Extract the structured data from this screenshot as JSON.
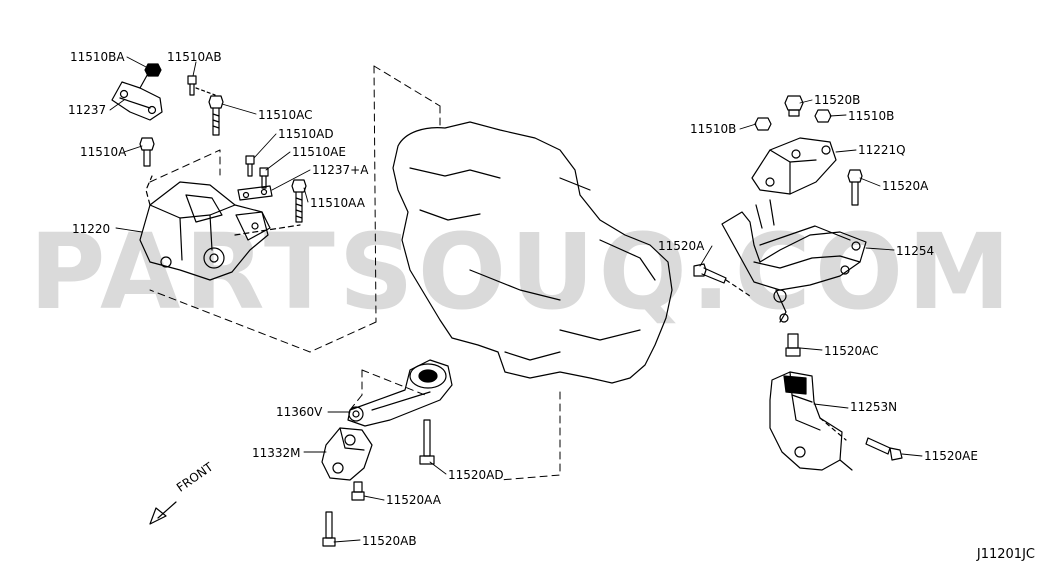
{
  "watermark": "PARTSOUQ.COM",
  "diagram_code": "J11201JC",
  "direction_label": "FRONT",
  "labels": {
    "p11510BA": "11510BA",
    "p11510AB": "11510AB",
    "p11237": "11237",
    "p11510AC": "11510AC",
    "p11510AD": "11510AD",
    "p11510A_left": "11510A",
    "p11510AE": "11510AE",
    "p11237A": "11237+A",
    "p11510AA": "11510AA",
    "p11220": "11220",
    "p11520B": "11520B",
    "p11510B_left": "11510B",
    "p11510B_right": "11510B",
    "p11221Q": "11221Q",
    "p11520A_right": "11520A",
    "p11520A_left": "11520A",
    "p11254": "11254",
    "p11520AC": "11520AC",
    "p11253N": "11253N",
    "p11520AE": "11520AE",
    "p11360V": "11360V",
    "p11332M": "11332M",
    "p11520AD": "11520AD",
    "p11520AA": "11520AA",
    "p11520AB": "11520AB"
  }
}
